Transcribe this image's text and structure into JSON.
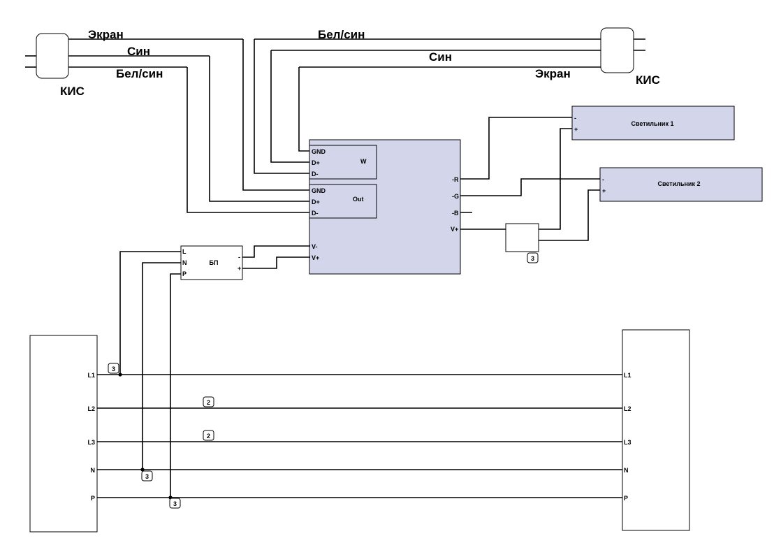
{
  "kis_left": {
    "label": "КИС",
    "wires": [
      "Экран",
      "Син",
      "Бел/син"
    ]
  },
  "kis_right": {
    "label": "КИС",
    "wires": [
      "Бел/син",
      "Син",
      "Экран"
    ]
  },
  "controller": {
    "block_w": {
      "title": "W",
      "pins": [
        "GND",
        "D+",
        "D-"
      ]
    },
    "block_out": {
      "title": "Out",
      "pins": [
        "GND",
        "D+",
        "D-"
      ]
    },
    "power_pins": [
      "V-",
      "V+"
    ],
    "outputs": [
      "-R",
      "-G",
      "-B",
      "V+"
    ]
  },
  "psu": {
    "title": "БП",
    "inputs": [
      "L",
      "N",
      "P"
    ],
    "outputs": [
      "-",
      "+"
    ]
  },
  "lamps": [
    {
      "title": "Светильник 1",
      "pins": [
        "-",
        "+"
      ]
    },
    {
      "title": "Светильник 2",
      "pins": [
        "-",
        "+"
      ]
    }
  ],
  "splitter_tag": "3",
  "bus": {
    "left_lines": [
      "L1",
      "L2",
      "L3",
      "N",
      "P"
    ],
    "right_lines": [
      "L1",
      "L2",
      "L3",
      "N",
      "P"
    ],
    "tags": {
      "l1": "3",
      "l2": "2",
      "l3": "2",
      "n": "3",
      "p": "3"
    }
  }
}
